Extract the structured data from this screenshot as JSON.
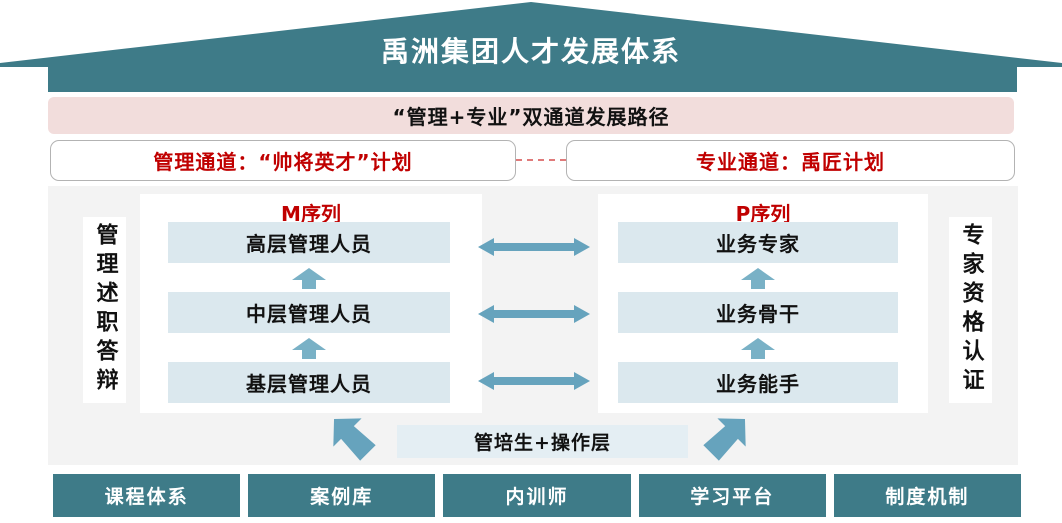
{
  "slide": {
    "title": "禹洲集团人才发展体系",
    "banner": "“管理+专业”双通道发展路径",
    "channel_left": "管理通道：“帅将英才”计划",
    "channel_right": "专业通道：禹匠计划",
    "left_side_label": "管理述职答辩",
    "right_side_label": "专家资格认证",
    "m_track": {
      "title": "M序列",
      "levels": [
        "高层管理人员",
        "中层管理人员",
        "基层管理人员"
      ]
    },
    "p_track": {
      "title": "P序列",
      "levels": [
        "业务专家",
        "业务骨干",
        "业务能手"
      ]
    },
    "base_box": "管培生+操作层",
    "foundation": [
      "课程体系",
      "案例库",
      "内训师",
      "学习平台",
      "制度机制"
    ],
    "icons": {
      "up_arrow": "up-arrow-icon",
      "double_arrow": "horizontal-double-arrow-icon",
      "diagonal_arrow": "diagonal-arrow-icon"
    },
    "colors": {
      "teal": "#3e7b88",
      "banner_pink": "#f2dddc",
      "accent_red": "#c00000",
      "level_box_blue": "#dbe8ee",
      "base_box_blue": "#e4eef3",
      "arrow_blue": "#66a3bd",
      "up_arrow_blue": "#79b1c6",
      "body_gray": "#f3f3f3"
    }
  }
}
